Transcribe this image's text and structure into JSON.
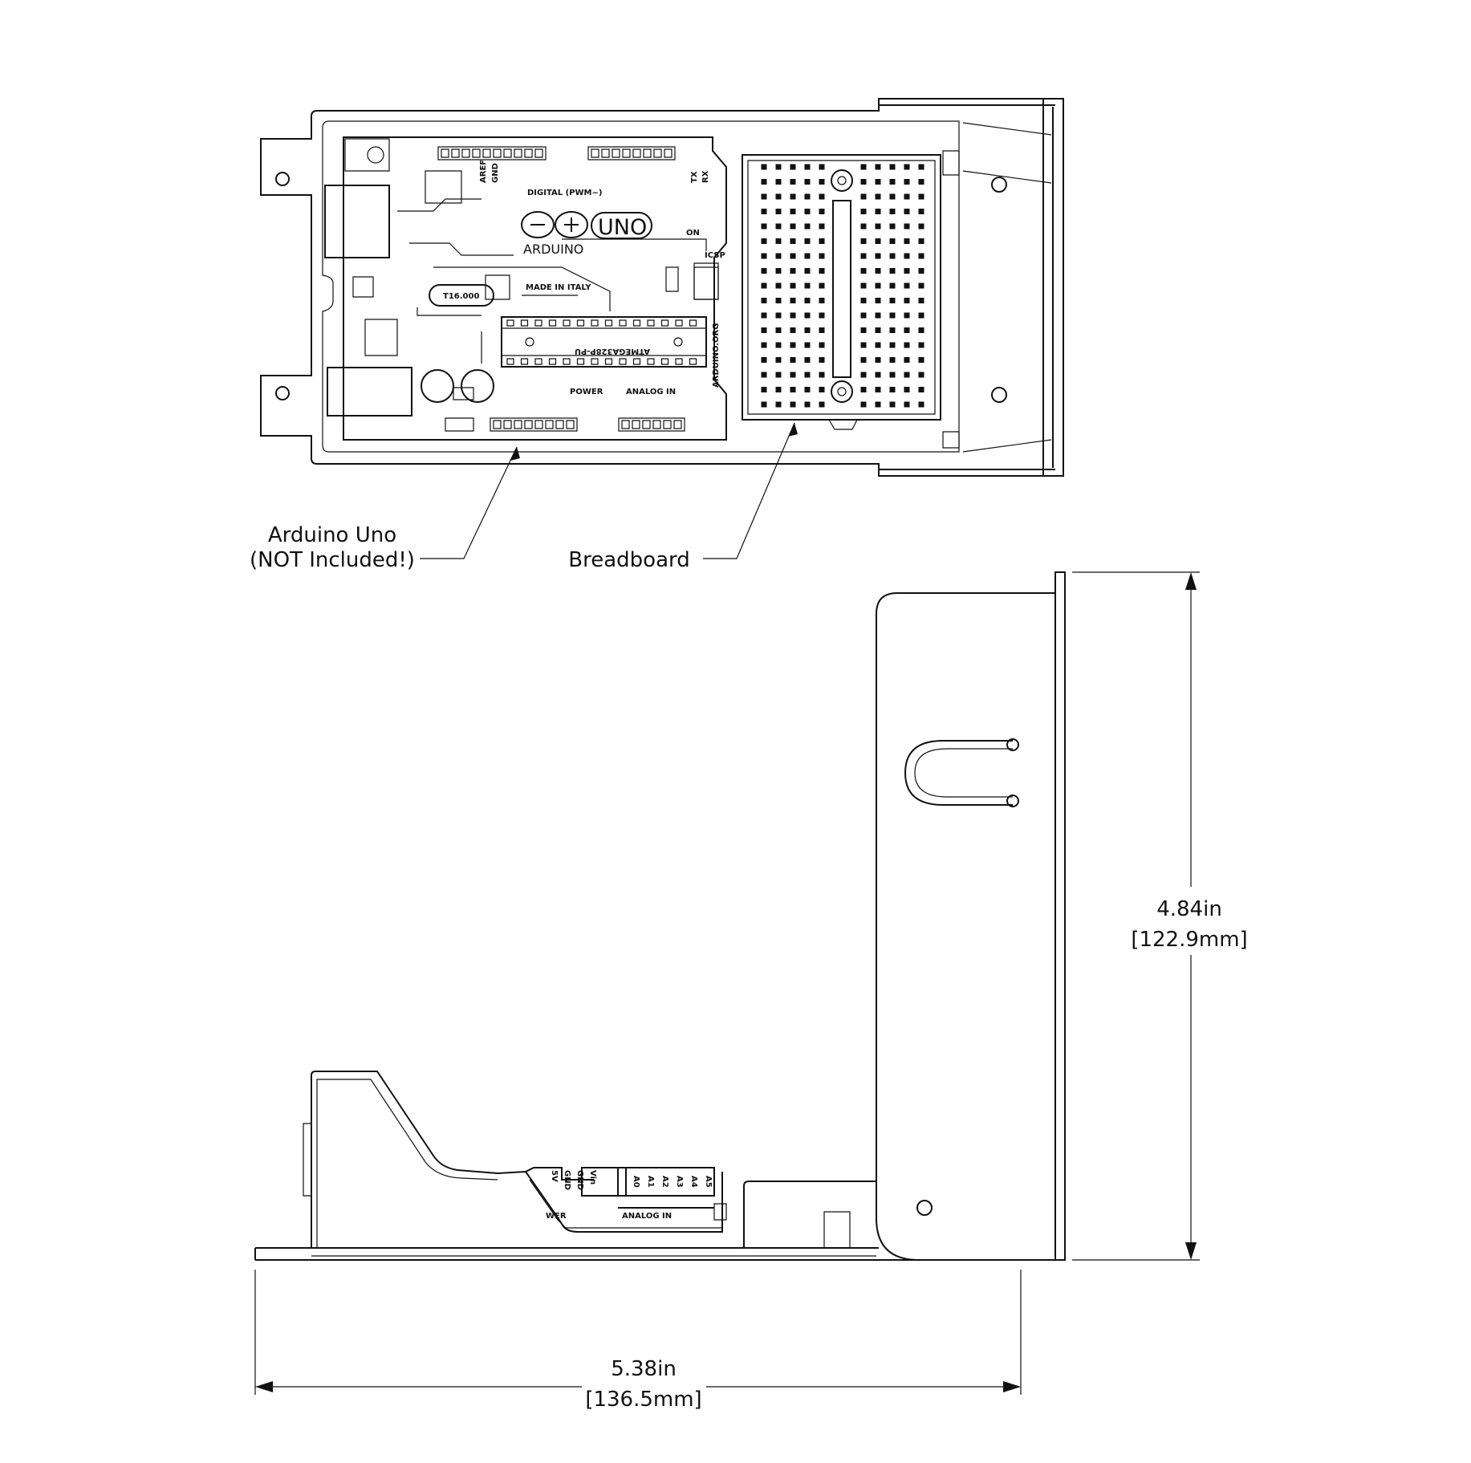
{
  "callouts": {
    "arduino_line1": "Arduino Uno",
    "arduino_line2": "(NOT Included!)",
    "breadboard": "Breadboard"
  },
  "dimensions": {
    "height_in": "4.84in",
    "height_mm": "[122.9mm]",
    "width_in": "5.38in",
    "width_mm": "[136.5mm]"
  },
  "board_silkscreen": {
    "uno": "UNO",
    "arduino": "ARDUINO",
    "digital": "DIGITAL (PWM~)",
    "made_in": "MADE IN ITALY",
    "analog_in": "ANALOG IN",
    "power": "POWER",
    "on": "ON",
    "icsp": "ICSP",
    "aref": "AREF",
    "gnd": "GND",
    "tx": "TX",
    "rx": "RX",
    "crystal": "T16.000",
    "chip": "ATMEGA328P-PU",
    "website": "ARDUINO.ORG"
  },
  "side_view": {
    "analog_in": "ANALOG IN",
    "power": "WER",
    "pins": [
      "A0",
      "A1",
      "A2",
      "A3",
      "A4",
      "A5"
    ],
    "power_pins": [
      "5V",
      "GND",
      "GND",
      "Vin"
    ]
  },
  "colors": {
    "ink": "#111111",
    "paper": "#ffffff"
  }
}
